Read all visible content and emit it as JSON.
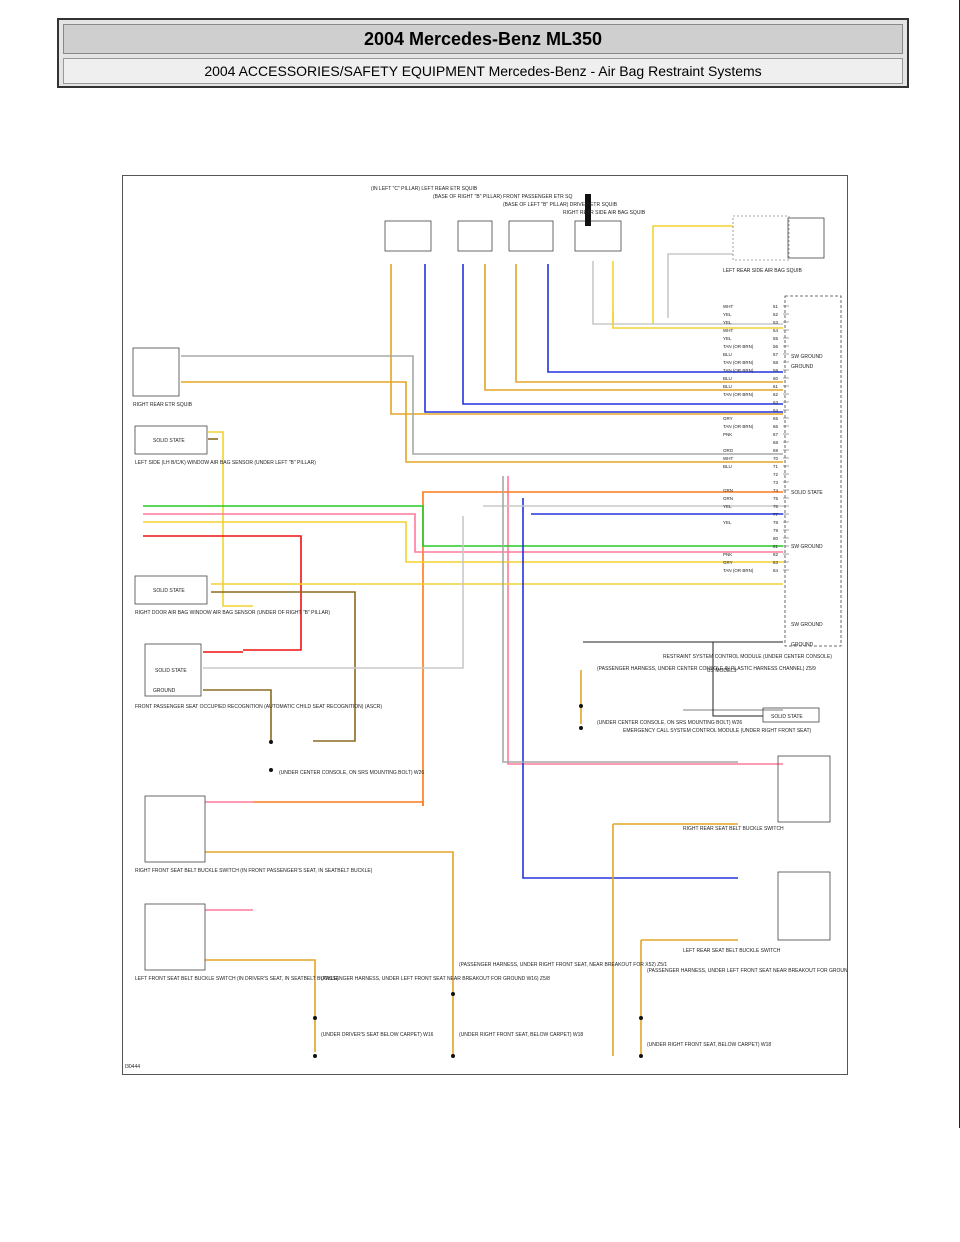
{
  "header": {
    "title": "2004 Mercedes-Benz ML350",
    "subtitle": "2004 ACCESSORIES/SAFETY EQUIPMENT Mercedes-Benz - Air Bag Restraint Systems"
  },
  "diagram": {
    "figure_id": "l30444",
    "components": {
      "left_rear_etr": "(IN LEFT \"C\" PILLAR) LEFT REAR ETR SQUIB",
      "front_passenger_etr": "(BASE OF RIGHT \"B\" PILLAR) FRONT PASSENGER ETR SQ",
      "driver_etr": "(BASE OF LEFT \"B\" PILLAR) DRIVER ETR SQUIB",
      "right_rear_side": "RIGHT REAR SIDE AIR BAG SQUIB",
      "left_rear_side": "LEFT REAR SIDE AIR BAG SQUIB",
      "right_rear_etr": "RIGHT REAR ETR SQUIB",
      "left_side_sensor": "LEFT SIDE (LH B/C/K) WINDOW AIR BAG SENSOR (UNDER LEFT \"B\" PILLAR)",
      "right_side_sensor": "RIGHT DOOR AIR BAG WINDOW AIR BAG SENSOR (UNDER OF RIGHT \"B\" PILLAR)",
      "ascr": "FRONT PASSENGER SEAT OCCUPIED RECOGNITION (AUTOMATIC CHILD SEAT RECOGNITION) (ASCR)",
      "right_front_buckle": "RIGHT FRONT SEAT BELT BUCKLE SWITCH (IN FRONT PASSENGER'S SEAT, IN SEATBELT BUCKLE)",
      "left_front_buckle": "LEFT FRONT SEAT BELT BUCKLE SWITCH (IN DRIVER'S SEAT, IN SEATBELT BUCKLE)",
      "right_rear_buckle": "RIGHT REAR SEAT BELT BUCKLE SWITCH",
      "left_rear_buckle": "LEFT REAR SEAT BELT BUCKLE SWITCH",
      "restraint_module": "RESTRAINT SYSTEM CONTROL MODULE (UNDER CENTER CONSOLE)",
      "emergency_call": "EMERGENCY CALL SYSTEM CONTROL MODULE (UNDER RIGHT FRONT SEAT)",
      "solid_state": "SOLID STATE",
      "ground": "GROUND",
      "sw_ground": "SW GROUND",
      "us_models": "US MODELS"
    },
    "splices": {
      "z5_9": "(PASSENGER HARNESS, UNDER CENTER CONSOLE IN PLASTIC HARNESS CHANNEL) Z5/9",
      "w26": "(UNDER CENTER CONSOLE, ON SRS MOUNTING BOLT) W26",
      "z5_1": "(PASSENGER HARNESS, UNDER RIGHT FRONT SEAT, NEAR BREAKOUT FOR X52) Z5/1",
      "z5_8": "(PASSENGER HARNESS, UNDER LEFT FRONT SEAT NEAR BREAKOUT FOR GROUND W16) Z5/8",
      "w16": "(UNDER DRIVER'S SEAT BELOW CARPET) W16",
      "w18": "(UNDER RIGHT FRONT SEAT, BELOW CARPET) W18"
    },
    "module_pins": [
      "51",
      "52",
      "53",
      "54",
      "55",
      "56",
      "57",
      "58",
      "59",
      "60",
      "61",
      "62",
      "63",
      "64",
      "65",
      "66",
      "67",
      "68",
      "69",
      "70",
      "71",
      "72",
      "73",
      "74",
      "75",
      "76",
      "77",
      "78",
      "79",
      "80",
      "81",
      "82",
      "83",
      "84"
    ],
    "pin_wires": [
      "WHT",
      "YEL",
      "YEL",
      "WHT",
      "YEL",
      "TAN (OR BRN)",
      "BLU",
      "TAN (OR BRN)",
      "TAN (OR BRN)",
      "BLU",
      "BLU",
      "TAN (OR BRN)",
      "",
      "",
      "GRY",
      "TAN (OR BRN)",
      "PNK",
      "",
      "ORG",
      "WHT",
      "BLU",
      "",
      "",
      "GRN",
      "GRN",
      "YEL",
      "",
      "YEL",
      "",
      "",
      "",
      "PNK",
      "GRY",
      "TAN (OR BRN)"
    ],
    "wire_colors": {
      "yel": "#f2d230",
      "wht": "#c8c8c8",
      "tan": "#e3a526",
      "blu": "#2233dd",
      "gry": "#a8a8a8",
      "pnk": "#ff7a9a",
      "org": "#ff7a1a",
      "grn": "#22cc22",
      "red": "#ee1111",
      "brn": "#8b6b22",
      "blk": "#222222"
    }
  }
}
